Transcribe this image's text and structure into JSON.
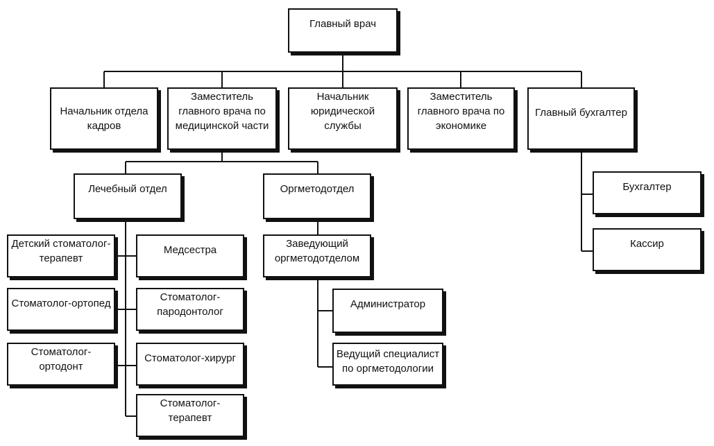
{
  "chart_data": {
    "type": "org-chart",
    "nodes": {
      "chief": "Главный врач",
      "hr_head": "Начальник отдела\nкадров",
      "deputy_medical": "Заместитель\nглавного врача по\nмедицинской части",
      "legal_head": "Начальник\nюридической\nслужбы",
      "deputy_economics": "Заместитель\nглавного врача по\nэкономике",
      "chief_accountant": "Главный бухгалтер",
      "treatment_dept": "Лечебный отдел",
      "orgmethod_dept": "Оргметодотдел",
      "accountant": "Бухгалтер",
      "cashier": "Кассир",
      "pediatric_dentist": "Детский стоматолог-\nтерапевт",
      "nurse": "Медсестра",
      "orthopedist": "Стоматолог-ортопед",
      "periodontist": "Стоматолог-\nпародонтолог",
      "orthodontist": "Стоматолог-\nортодонт",
      "surgeon": "Стоматолог-хирург",
      "therapist": "Стоматолог-\nтерапевт",
      "orgmethod_head": "Заведующий\nоргметодотделом",
      "administrator": "Администратор",
      "lead_specialist": "Ведущий специалист\nпо оргметодологии"
    },
    "edges": [
      [
        "chief",
        "hr_head"
      ],
      [
        "chief",
        "deputy_medical"
      ],
      [
        "chief",
        "legal_head"
      ],
      [
        "chief",
        "deputy_economics"
      ],
      [
        "chief",
        "chief_accountant"
      ],
      [
        "deputy_medical",
        "treatment_dept"
      ],
      [
        "deputy_medical",
        "orgmethod_dept"
      ],
      [
        "chief_accountant",
        "accountant"
      ],
      [
        "chief_accountant",
        "cashier"
      ],
      [
        "treatment_dept",
        "pediatric_dentist"
      ],
      [
        "treatment_dept",
        "nurse"
      ],
      [
        "treatment_dept",
        "orthopedist"
      ],
      [
        "treatment_dept",
        "periodontist"
      ],
      [
        "treatment_dept",
        "orthodontist"
      ],
      [
        "treatment_dept",
        "surgeon"
      ],
      [
        "treatment_dept",
        "therapist"
      ],
      [
        "orgmethod_dept",
        "orgmethod_head"
      ],
      [
        "orgmethod_head",
        "administrator"
      ],
      [
        "orgmethod_head",
        "lead_specialist"
      ]
    ]
  }
}
